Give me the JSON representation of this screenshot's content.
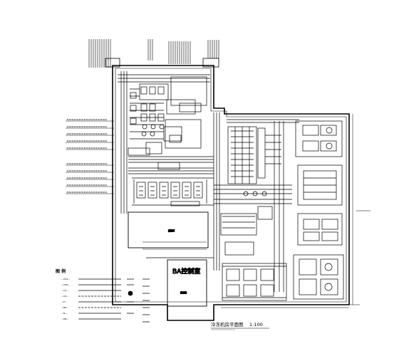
{
  "drawing": {
    "title": "冷冻机房平面图",
    "scale": "1:100",
    "room_label_ba": "BA控制室",
    "legend_title": "图 例",
    "ink_color": "#000000",
    "background_color": "#ffffff"
  }
}
